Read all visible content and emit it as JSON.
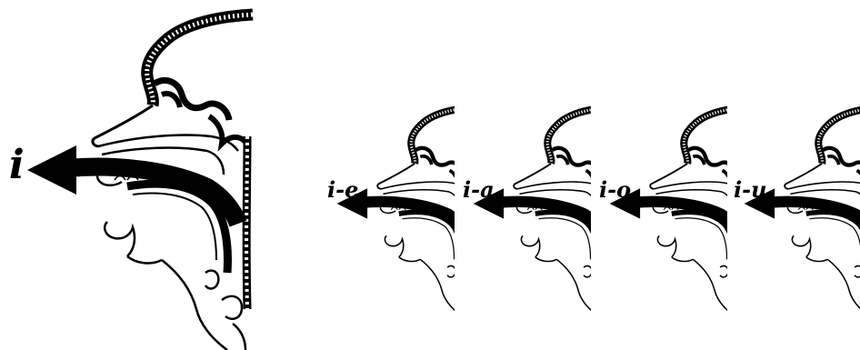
{
  "figure": {
    "panels": [
      {
        "id": "i",
        "label": "i"
      },
      {
        "id": "i-e",
        "label": "i-e"
      },
      {
        "id": "i-a",
        "label": "i-a"
      },
      {
        "id": "i-o",
        "label": "i-o"
      },
      {
        "id": "i-u",
        "label": "i-u"
      }
    ],
    "ink_color": "#000000",
    "background_color": "#ffffff",
    "arrow_direction": "left",
    "icon": "head-sagittal-section"
  }
}
